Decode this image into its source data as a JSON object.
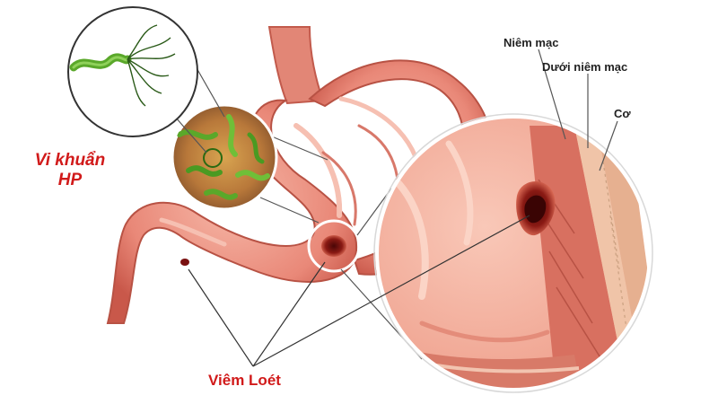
{
  "labels": {
    "mucosa": "Niêm mạc",
    "submucosa": "Dưới niêm mạc",
    "muscle": "Cơ",
    "bacteria_line1": "Vi khuẩn",
    "bacteria_line2": "HP",
    "ulcer": "Viêm Loét"
  },
  "colors": {
    "label_red": "#d11a1a",
    "stomach_wall": "#e07a6a",
    "stomach_inner": "#f2a090",
    "ulcer_core": "#7a1010",
    "bacteria_green": "#5aa82a"
  }
}
